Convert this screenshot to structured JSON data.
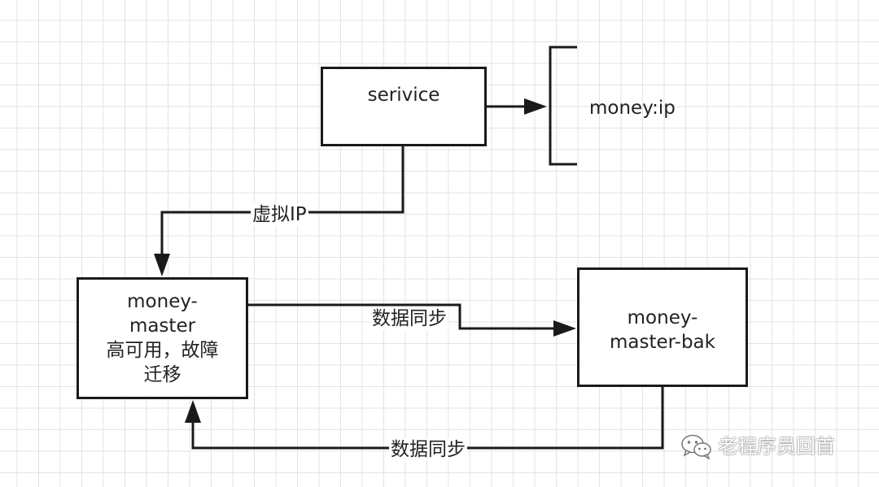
{
  "nodes": {
    "service": {
      "label": "serivice"
    },
    "money_ip": {
      "label": "money:ip"
    },
    "master": {
      "lines": [
        "money-",
        "master",
        "高可用，故障",
        "迁移"
      ]
    },
    "master_bak": {
      "lines": [
        "money-",
        "master-bak"
      ]
    }
  },
  "edges": {
    "virtual_ip": {
      "label": "虚拟IP"
    },
    "sync_to_bak": {
      "label": "数据同步"
    },
    "sync_to_master": {
      "label": "数据同步"
    }
  },
  "watermark": {
    "text": "老程序员回首",
    "icon": "wechat-icon"
  },
  "colors": {
    "line": "#1a1a1a",
    "grid": "#e3e3e3",
    "background": "#ffffff"
  }
}
